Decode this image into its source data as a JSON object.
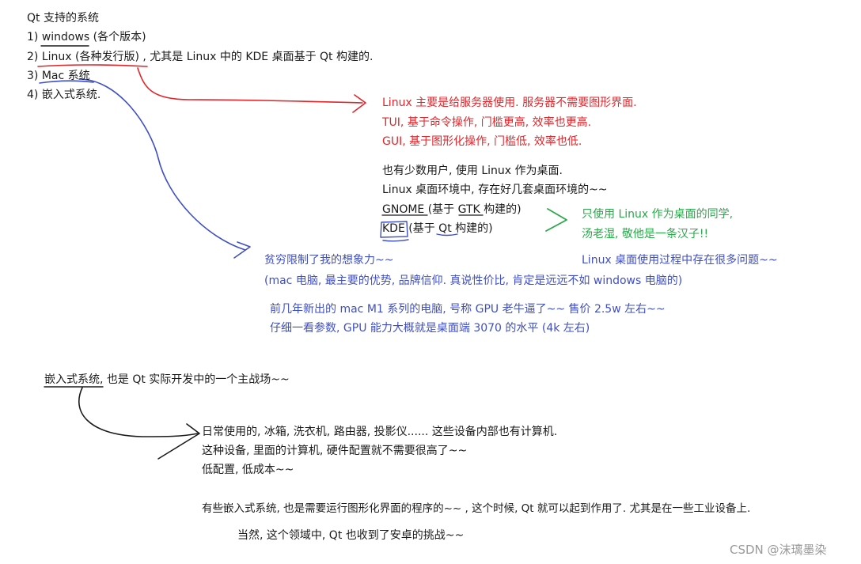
{
  "intro": {
    "heading": "Qt 支持的系统",
    "items": [
      "1) windows (各个版本)",
      "2) Linux (各种发行版) , 尤其是 Linux 中的 KDE 桌面基于 Qt 构建的.",
      "3) Mac 系统",
      "4) 嵌入式系统."
    ]
  },
  "linux_notes": {
    "red_lines": [
      "Linux 主要是给服务器使用. 服务器不需要图形界面.",
      "TUI, 基于命令操作, 门槛更高, 效率也更高.",
      "GUI, 基于图形化操作, 门槛低, 效率也低."
    ],
    "black_lines": [
      "也有少数用户, 使用 Linux 作为桌面.",
      "Linux 桌面环境中, 存在好几套桌面环境的~~",
      "GNOME (基于 GTK 构建的)",
      "KDE (基于 Qt 构建的)"
    ],
    "green_lines": [
      "只使用 Linux 作为桌面的同学,",
      "汤老湿, 敬他是一条汉子!!"
    ],
    "blue_right": "Linux 桌面使用过程中存在很多问题~~"
  },
  "mac_notes": {
    "lines": [
      "贫穷限制了我的想象力~~",
      "(mac 电脑, 最主要的优势, 品牌信仰. 真说性价比, 肯定是远远不如 windows 电脑的)"
    ],
    "m1_lines": [
      "前几年新出的 mac M1 系列的电脑, 号称 GPU 老牛逼了~~ 售价 2.5w 左右~~",
      "仔细一看参数, GPU 能力大概就是桌面端 3070 的水平 (4k 左右)"
    ]
  },
  "embedded": {
    "heading": "嵌入式系统, 也是 Qt 实际开发中的一个主战场~~",
    "lines": [
      "日常使用的, 冰箱, 洗衣机, 路由器, 投影仪...... 这些设备内部也有计算机.",
      "这种设备, 里面的计算机, 硬件配置就不需要很高了~~",
      "低配置, 低成本~~"
    ],
    "gui_line": "有些嵌入式系统, 也是需要运行图形化界面的程序的~~ , 这个时候, Qt 就可以起到作用了. 尤其是在一些工业设备上.",
    "android_line": "当然, 这个领域中, Qt 也收到了安卓的挑战~~"
  },
  "watermark": "CSDN @沫璃墨染",
  "colors": {
    "red": "#e0262b",
    "blue": "#3f4fc4",
    "green": "#2aa84a",
    "black": "#1a1a1a"
  }
}
